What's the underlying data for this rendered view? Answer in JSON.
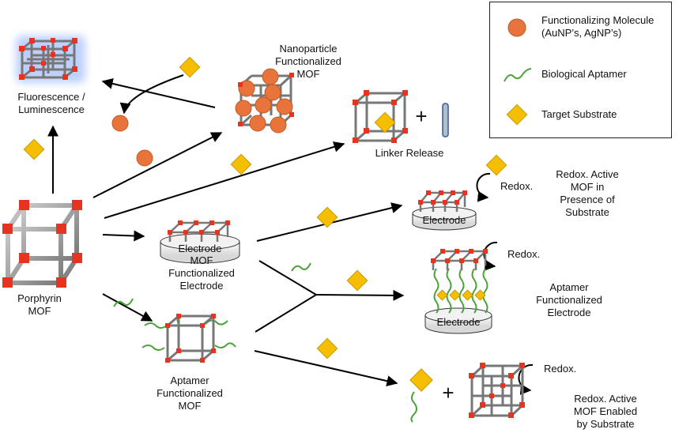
{
  "legend": {
    "items": [
      {
        "icon": "orange-circle",
        "label": "Functionalizing Molecule\n(AuNP’s, AgNP’s)",
        "color": "#e8743b"
      },
      {
        "icon": "green-squiggle",
        "label": "Biological Aptamer",
        "color": "#4aa33a"
      },
      {
        "icon": "yellow-diamond",
        "label": "Target Substrate",
        "color": "#f6be00"
      }
    ]
  },
  "labels": {
    "fluorescence": "Fluorescence /\nLuminescence",
    "nanoparticle_mof": "Nanoparticle\nFunctionalized\nMOF",
    "linker_release": "Linker Release",
    "plus": "+",
    "redox_active_presence": "Redox. Active\nMOF in\nPresence of\nSubstrate",
    "redox": "Redox.",
    "electrode": "Electrode",
    "mof_functionalized_electrode": "MOF\nFunctionalized\nElectrode",
    "porphyrin_mof": "Porphyrin\nMOF",
    "aptamer_functionalized_electrode": "Aptamer\nFunctionalized\nElectrode",
    "aptamer_functionalized_mof": "Aptamer\nFunctionalized\nMOF",
    "redox_enabled": "Redox. Active\nMOF Enabled\nby Substrate"
  },
  "colors": {
    "node_red": "#e8331f",
    "strut_gray": "#9a9a9a",
    "particle_orange": "#e8743b",
    "diamond_yellow": "#f6be00",
    "aptamer_green": "#4aa33a",
    "glow_blue": "#9bb8ff"
  }
}
